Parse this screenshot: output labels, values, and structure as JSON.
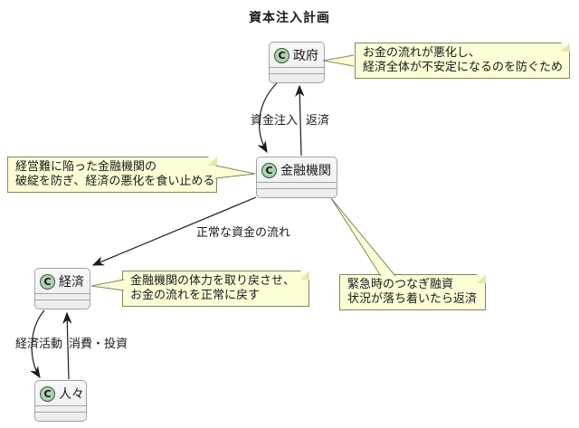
{
  "title": "資本注入計画",
  "colors": {
    "note_fill": "#FDFDD6",
    "note_border": "#85855e",
    "box_fill": "#F2F2F2",
    "box_border": "#A3A3A3",
    "class_circle_fill": "#ADD1B2",
    "class_circle_border": "#2e5e33",
    "edge_color": "#1b1b1b"
  },
  "classes": [
    {
      "id": "government",
      "stereotype": "C",
      "name": "政府"
    },
    {
      "id": "bank",
      "stereotype": "C",
      "name": "金融機関"
    },
    {
      "id": "economy",
      "stereotype": "C",
      "name": "経済"
    },
    {
      "id": "people",
      "stereotype": "C",
      "name": "人々"
    }
  ],
  "edges": [
    {
      "id": "injection",
      "from": "政府",
      "to": "金融機関",
      "label": "資金注入"
    },
    {
      "id": "repayment",
      "from": "金融機関",
      "to": "政府",
      "label": "返済"
    },
    {
      "id": "normal_flow",
      "from": "金融機関",
      "to": "経済",
      "label": "正常な資金の流れ"
    },
    {
      "id": "economic_activity",
      "from": "経済",
      "to": "人々",
      "label": "経済活動"
    },
    {
      "id": "consumption",
      "from": "人々",
      "to": "経済",
      "label": "消費・投資"
    }
  ],
  "notes": [
    {
      "id": "note-government",
      "lines": [
        "お金の流れが悪化し、",
        "経済全体が不安定になるのを防ぐため"
      ]
    },
    {
      "id": "note-bank-left",
      "lines": [
        "経営難に陥った金融機関の",
        "破綻を防ぎ、経済の悪化を食い止める"
      ]
    },
    {
      "id": "note-economy",
      "lines": [
        "金融機関の体力を取り戻させ、",
        "お金の流れを正常に戻す"
      ]
    },
    {
      "id": "note-bank-right",
      "lines": [
        "緊急時のつなぎ融資",
        "状況が落ち着いたら返済"
      ]
    }
  ]
}
